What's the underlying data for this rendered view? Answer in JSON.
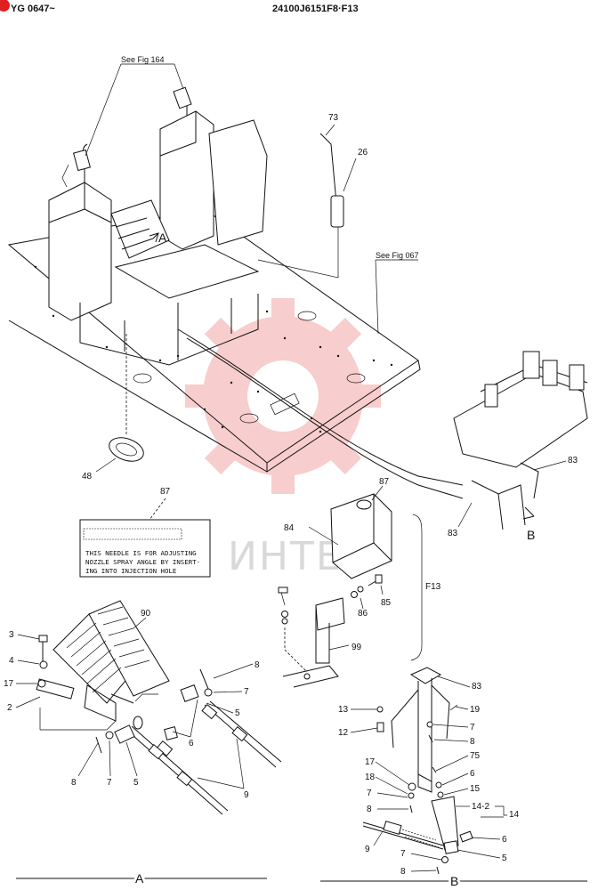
{
  "header": {
    "left_ref": "YG 0647~",
    "right_ref": "24100J6151F8·F13"
  },
  "refs": {
    "fig164": "See Fig 164",
    "fig067": "See Fig 067",
    "group_f13": "F13"
  },
  "note_label": {
    "line1": "THIS NEEDLE IS FOR ADJUSTING",
    "line2": "NOZZLE SPRAY ANGLE BY INSERT-",
    "line3": "ING INTO INJECTION HOLE"
  },
  "views": {
    "a": "A",
    "b": "B"
  },
  "watermark": {
    "text": "ИНТЕХ",
    "color": "#f08080"
  },
  "callouts": {
    "c73": "73",
    "c26": "26",
    "c48": "48",
    "c87a": "87",
    "c87b": "87",
    "c84": "84",
    "c85": "85",
    "c86": "86",
    "c99": "99",
    "c83a": "83",
    "c83b": "83",
    "c90": "90",
    "c3": "3",
    "c4": "4",
    "c17a": "17",
    "c2": "2",
    "c8a": "8",
    "c7a": "7",
    "c5a": "5",
    "c6a": "6",
    "c9a": "9",
    "c8b": "8",
    "c7b": "7",
    "c5b": "5",
    "c83c": "83",
    "c13": "13",
    "c12": "12",
    "c19": "19",
    "c7c": "7",
    "c8c": "8",
    "c17b": "17",
    "c75": "75",
    "c18": "18",
    "c6b": "6",
    "c7d": "7",
    "c15": "15",
    "c8d": "8",
    "c14a": "14-2",
    "c14b": "14",
    "c9b": "9",
    "c6c": "6",
    "c7e": "7",
    "c5c": "5",
    "c8e": "8"
  }
}
